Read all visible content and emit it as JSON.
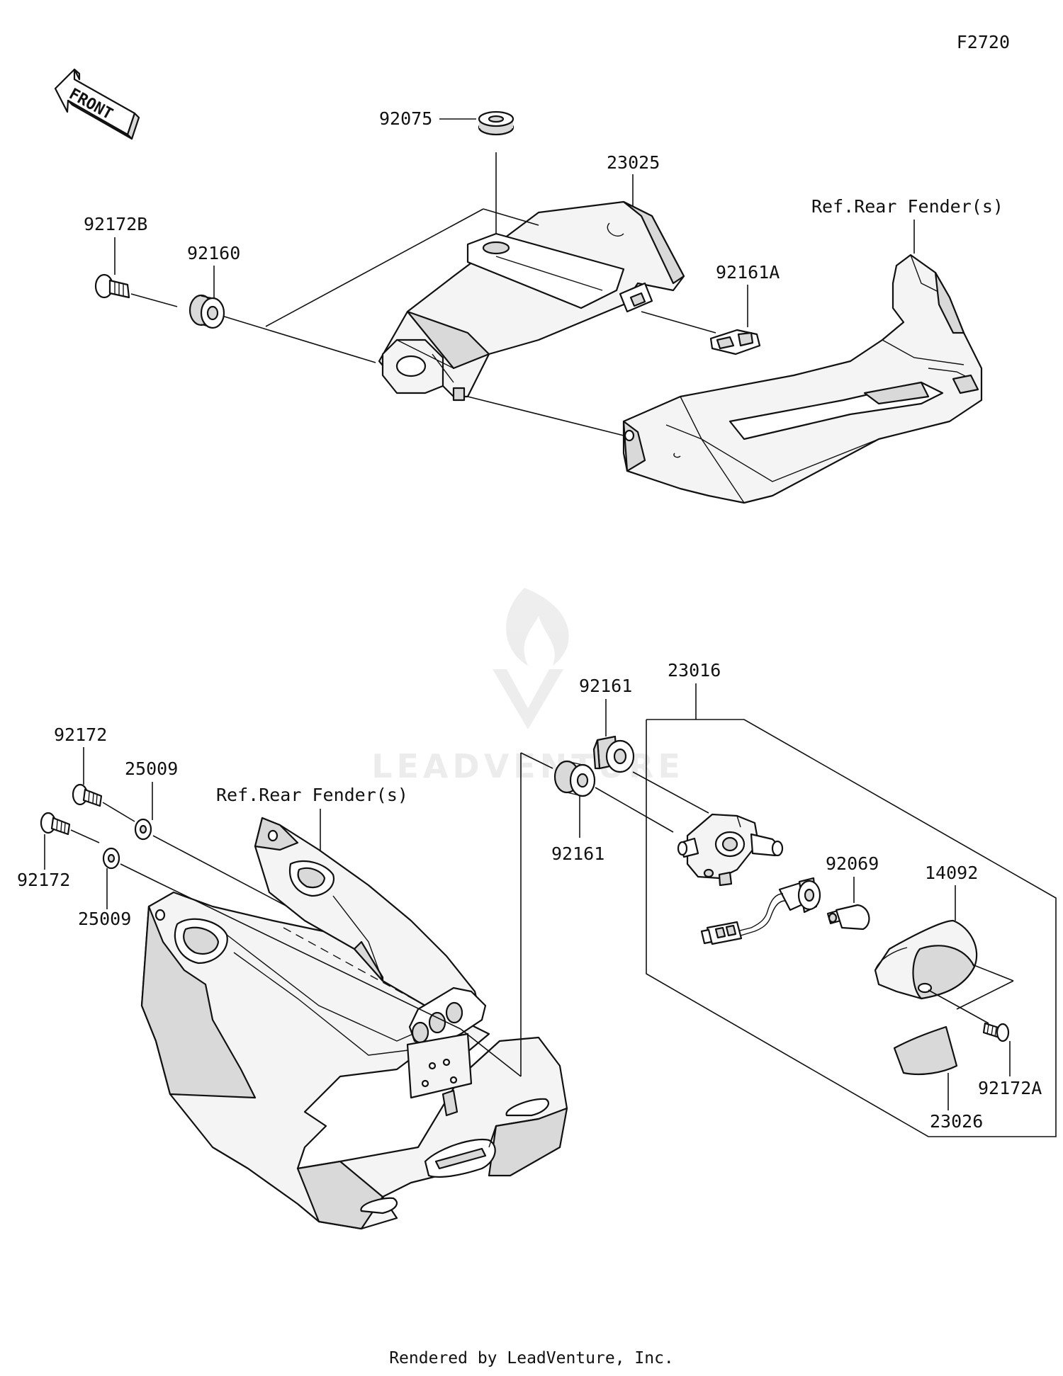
{
  "figure_code": "F2720",
  "front_label": "FRONT",
  "labels": {
    "p92075": "92075",
    "p23025": "23025",
    "p92172B": "92172B",
    "p92160": "92160",
    "p92161A": "92161A",
    "ref_rear_fender_top": "Ref.Rear Fender(s)",
    "p92161_top": "92161",
    "p23016": "23016",
    "p92172_upper": "92172",
    "p25009_upper": "25009",
    "ref_rear_fender_bottom": "Ref.Rear Fender(s)",
    "p92172_lower": "92172",
    "p25009_lower": "25009",
    "p92161_bottom": "92161",
    "p92069": "92069",
    "p14092": "14092",
    "p92172A": "92172A",
    "p23026": "23026"
  },
  "watermark": "LEADVENTURE",
  "footer": "Rendered by LeadVenture, Inc."
}
